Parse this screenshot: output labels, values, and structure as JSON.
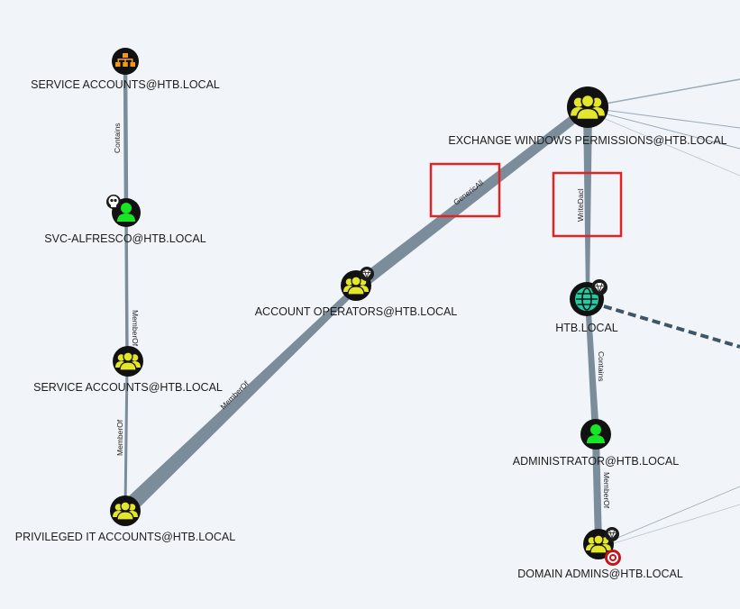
{
  "nodes": {
    "service_accounts_ou": {
      "label": "SERVICE ACCOUNTS@HTB.LOCAL",
      "type": "ou",
      "icon": "org-chart-icon"
    },
    "svc_alfresco": {
      "label": "SVC-ALFRESCO@HTB.LOCAL",
      "type": "user",
      "icon": "user-icon",
      "badge": "skull-icon"
    },
    "service_accounts_group": {
      "label": "SERVICE ACCOUNTS@HTB.LOCAL",
      "type": "group",
      "icon": "group-icon"
    },
    "privileged_it_accounts": {
      "label": "PRIVILEGED IT ACCOUNTS@HTB.LOCAL",
      "type": "group",
      "icon": "group-icon"
    },
    "account_operators": {
      "label": "ACCOUNT OPERATORS@HTB.LOCAL",
      "type": "group",
      "icon": "group-icon",
      "badge": "diamond-icon"
    },
    "exchange_windows_permissions": {
      "label": "EXCHANGE WINDOWS PERMISSIONS@HTB.LOCAL",
      "type": "group",
      "icon": "group-icon"
    },
    "htb_local": {
      "label": "HTB.LOCAL",
      "type": "domain",
      "icon": "globe-icon",
      "badge": "diamond-icon"
    },
    "administrator": {
      "label": "ADMINISTRATOR@HTB.LOCAL",
      "type": "user",
      "icon": "user-icon"
    },
    "domain_admins": {
      "label": "DOMAIN ADMINS@HTB.LOCAL",
      "type": "group",
      "icon": "group-icon",
      "badge": "diamond-icon",
      "target": "target-icon"
    }
  },
  "edges": {
    "contains_1": "Contains",
    "memberof_1": "MemberOf",
    "memberof_2": "MemberOf",
    "memberof_3": "MemberOf",
    "genericall": "GenericAll",
    "writedacl": "WriteDacl",
    "contains_2": "Contains",
    "memberof_4": "MemberOf"
  },
  "colors": {
    "background": "#f1f5fa",
    "edge": "#7b8c9a",
    "group_icon": "#e3e62a",
    "user_icon": "#17e625",
    "ou_icon": "#f29b0f",
    "domain_icon": "#1fcfa4",
    "highlight_box": "#e02424",
    "dashed_edge": "#3d5566"
  }
}
